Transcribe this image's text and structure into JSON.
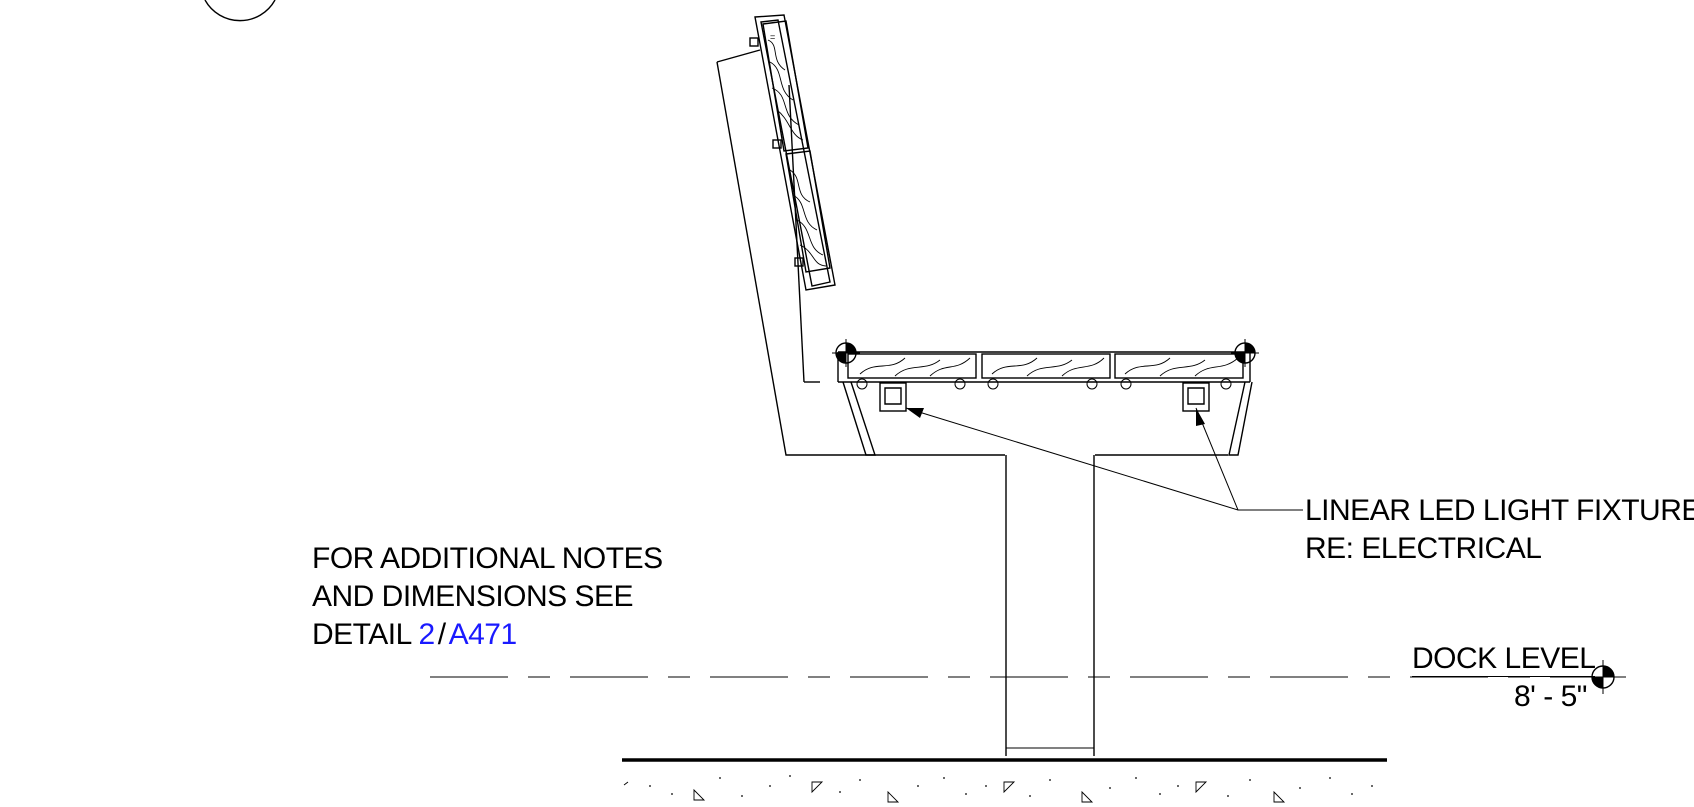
{
  "notes": {
    "additional_line1": "FOR ADDITIONAL NOTES",
    "additional_line2": "AND DIMENSIONS SEE",
    "detail_prefix": "DETAIL",
    "detail_number": "2",
    "detail_separator": "/",
    "detail_sheet": "A471"
  },
  "callouts": {
    "fixture_line1": "LINEAR LED LIGHT FIXTURE",
    "fixture_line2": "RE: ELECTRICAL"
  },
  "level": {
    "name": "DOCK LEVEL",
    "elevation": "8' - 5\""
  },
  "colors": {
    "link": "#1a1aff",
    "line": "#000000",
    "background": "#ffffff"
  },
  "icons": {
    "level_marker": "level-datum-icon",
    "fastener": "bolt-crosshair-icon"
  }
}
